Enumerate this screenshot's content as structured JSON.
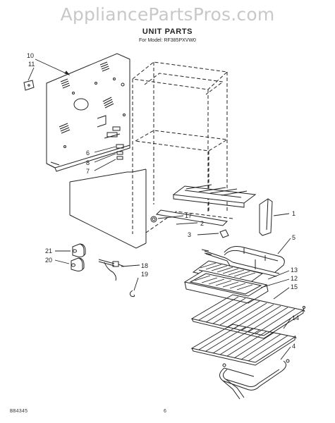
{
  "watermark": "AppliancePartsPros.com",
  "title": "UNIT PARTS",
  "subtitle": "For Model: RF385PXVW0",
  "footer": {
    "code": "B84345",
    "page": "6"
  },
  "callouts": {
    "c1": "1",
    "c2": "2",
    "c3": "3",
    "c4": "4",
    "c5": "5",
    "c6": "6",
    "c7": "7",
    "c8": "8",
    "c10": "10",
    "c11": "11",
    "c12": "12",
    "c13": "13",
    "c14": "14",
    "c15": "15",
    "c17": "17",
    "c18": "18",
    "c19": "19",
    "c20": "20",
    "c21": "21"
  }
}
